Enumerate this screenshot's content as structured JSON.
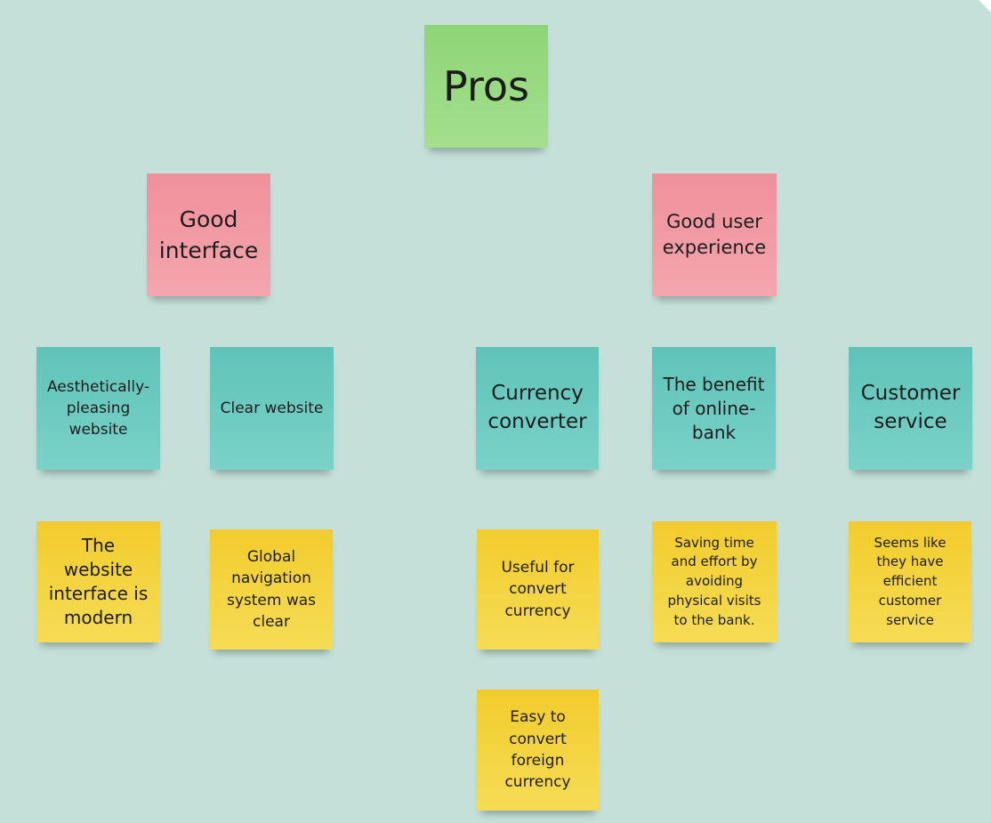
{
  "notes": {
    "pros": "Pros",
    "good_interface": "Good\ninterface",
    "good_user_experience": "Good user\nexperience",
    "aesthetically_pleasing": "Aesthetically-\npleasing\nwebsite",
    "clear_website": "Clear website",
    "currency_converter": "Currency\nconverter",
    "online_bank_benefit": "The benefit\nof online-\nbank",
    "customer_service": "Customer\nservice",
    "modern_interface": "The\nwebsite\ninterface is\nmodern",
    "global_navigation": "Global\nnavigation\nsystem was\nclear",
    "useful_convert": "Useful for\nconvert\ncurrency",
    "saving_time": "Saving time\nand effort by\navoiding\nphysical visits\nto the bank.",
    "efficient_service": "Seems like\nthey have\nefficient\ncustomer\nservice",
    "easy_convert": "Easy to\nconvert\nforeign\ncurrency"
  },
  "colors": {
    "board": "#c4e0d9",
    "green": "#9bdb83",
    "pink": "#f29ca5",
    "teal": "#6ccbc1",
    "yellow": "#f4d43f"
  }
}
